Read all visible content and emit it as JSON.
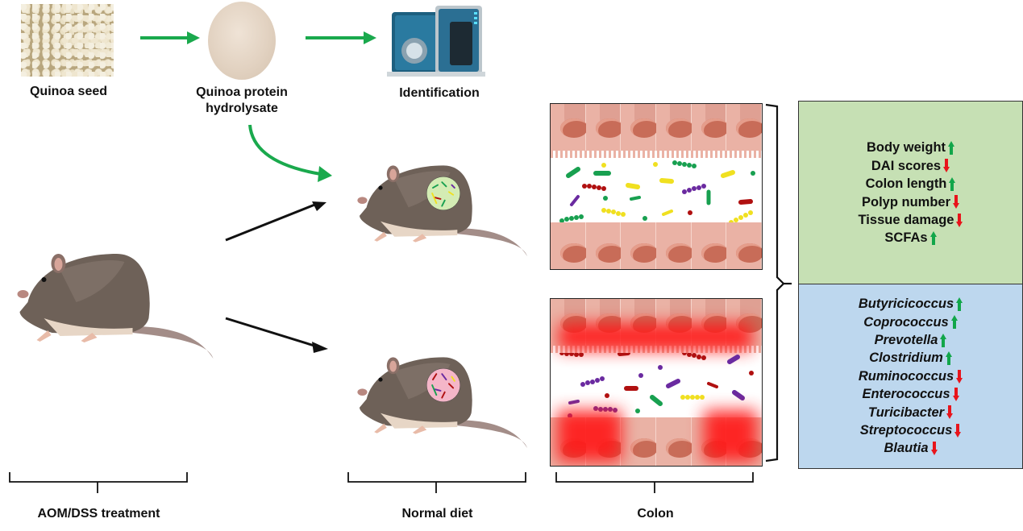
{
  "top_flow": {
    "steps": [
      {
        "label": "Quinoa seed"
      },
      {
        "label": "Quinoa protein hydrolysate",
        "label_line1": "Quinoa protein",
        "label_line2": "hydrolysate"
      },
      {
        "label": "Identification"
      }
    ]
  },
  "groups": {
    "treatment_label": "AOM/DSS treatment",
    "diet_label": "Normal diet",
    "colon_label": "Colon"
  },
  "summary": {
    "physiological": {
      "background": "#c6e0b4",
      "items": [
        {
          "text": "Body weight",
          "direction": "up"
        },
        {
          "text": "DAI scores",
          "direction": "down"
        },
        {
          "text": "Colon length",
          "direction": "up"
        },
        {
          "text": "Polyp number",
          "direction": "down"
        },
        {
          "text": "Tissue damage",
          "direction": "down"
        },
        {
          "text": "SCFAs",
          "direction": "up"
        }
      ]
    },
    "microbiota": {
      "background": "#bdd7ee",
      "items": [
        {
          "text": "Butyricicoccus",
          "direction": "up"
        },
        {
          "text": "Coprococcus",
          "direction": "up"
        },
        {
          "text": "Prevotella",
          "direction": "up"
        },
        {
          "text": "Clostridium",
          "direction": "up"
        },
        {
          "text": "Ruminococcus",
          "direction": "down"
        },
        {
          "text": "Enterococcus",
          "direction": "down"
        },
        {
          "text": "Turicibacter",
          "direction": "down"
        },
        {
          "text": "Streptococcus",
          "direction": "down"
        },
        {
          "text": "Blautia",
          "direction": "down"
        }
      ]
    }
  },
  "colors": {
    "up_arrow": "#12a64a",
    "down_arrow": "#e8141b",
    "flow_arrow": "#1aa94d",
    "black_arrow": "#111111"
  }
}
